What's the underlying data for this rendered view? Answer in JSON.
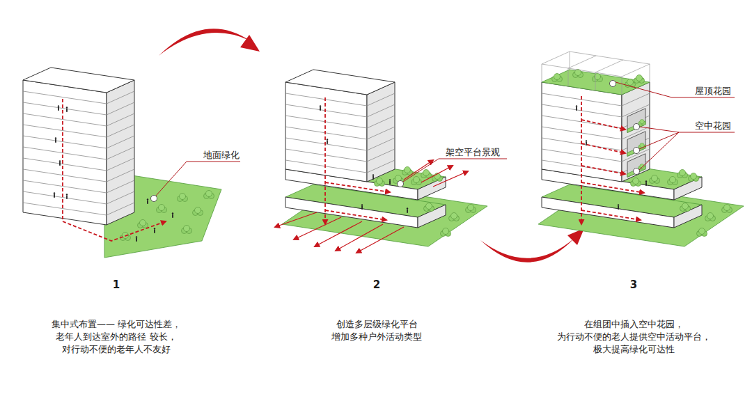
{
  "diagram": {
    "labels": [
      "地面绿化",
      "架空平台景观",
      "屋顶花园",
      "空中花园",
      "1",
      "2",
      "3",
      "集中式布置—— 绿化可达性差，老年人到达室外的路径 较长，对行动不便的老年人不友好",
      "创造多层级绿化平台 增加多种户外活动类型",
      "在组团中插入空中花园， 为行动不便的老人提供空中活动平台， 极大提高绿化可达性"
    ]
  }
}
